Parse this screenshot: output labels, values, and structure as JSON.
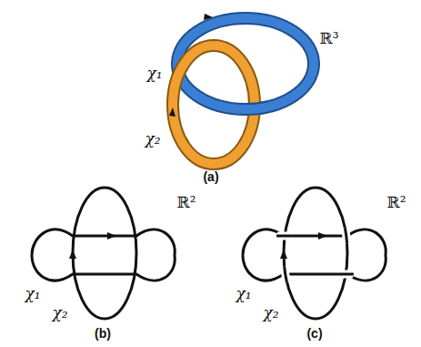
{
  "diagram": {
    "labels": [
      "ℝ³",
      "χ₁",
      "χ₂",
      "(a)",
      "ℝ²",
      "χ₁",
      "χ₂",
      "(b)",
      "ℝ²",
      "χ₁",
      "χ₂",
      "(c)"
    ]
  }
}
